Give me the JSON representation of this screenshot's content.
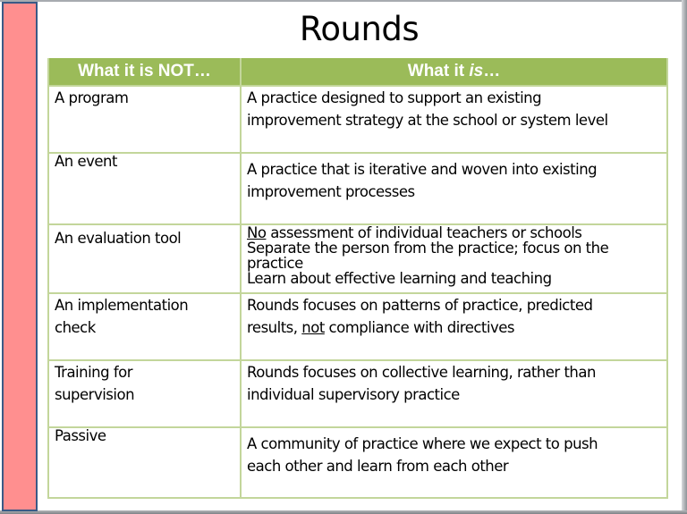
{
  "slide": {
    "title": "Rounds",
    "colors": {
      "header_bg": "#9bbb59",
      "border": "#c3d69b",
      "side_bar": "#ff8f8f",
      "side_bar_border": "#3a5a86"
    }
  },
  "table": {
    "headers": {
      "col1": "What it is NOT…",
      "col2_prefix": "What it ",
      "col2_italic": "is",
      "col2_suffix": "…"
    },
    "rows": [
      {
        "not": "A program",
        "is_lines": [
          "A practice designed to support an existing",
          "improvement strategy at the school or system level"
        ]
      },
      {
        "not": "An event",
        "is_lines": [
          "A practice that is iterative and woven into existing",
          "improvement processes"
        ]
      },
      {
        "not": "An evaluation tool",
        "is_underlined": "No",
        "is_line1_rest": " assessment of individual teachers or schools",
        "is_lines": [
          "Separate the person from the practice; focus on the",
          "practice",
          "Learn about effective learning and teaching"
        ]
      },
      {
        "not_lines": [
          "An implementation",
          "check"
        ],
        "is_line1": "Rounds focuses on patterns of practice, predicted",
        "is_line2_prefix": "results, ",
        "is_line2_underlined": "not",
        "is_line2_suffix": " compliance with directives"
      },
      {
        "not_lines": [
          "Training for",
          "supervision"
        ],
        "is_lines": [
          "Rounds focuses on collective learning, rather than",
          "individual supervisory practice"
        ]
      },
      {
        "not": "Passive",
        "is_lines": [
          "A community of practice where we expect to push",
          "each other and learn from each other"
        ]
      }
    ]
  }
}
